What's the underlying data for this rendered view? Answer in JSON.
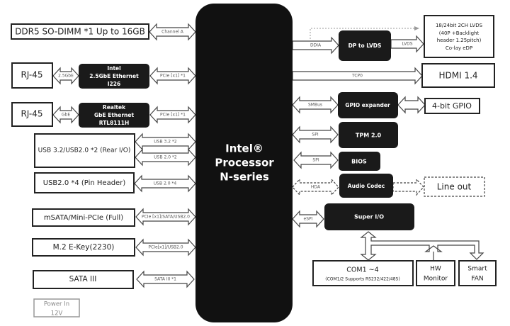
{
  "cpu": {
    "line1": "Intel®",
    "line2": "Processor",
    "line3": "N-series"
  },
  "left": {
    "ddr5": "DDR5 SO-DIMM *1 Up to 16GB",
    "rj45_1": "RJ-45",
    "rj45_2": "RJ-45",
    "intel_nic": [
      "Intel",
      "2.5GbE Ethernet",
      "I226"
    ],
    "realtek_nic": [
      "Realtek",
      "GbE Ethernet",
      "RTL8111H"
    ],
    "usb32": "USB 3.2/USB2.0 *2 (Rear I/O)",
    "usb20": "USB2.0 *4 (Pin Header)",
    "msata": "mSATA/Mini-PCIe (Full)",
    "m2": "M.2 E-Key(2230)",
    "sata": "SATA III",
    "power": [
      "Power In",
      "12V"
    ]
  },
  "right": {
    "dp_lvds": "DP to LVDS",
    "lvds_box": [
      "18/24bit 2CH LVDS",
      "(40P +Backlight",
      "header 1.25pitch)",
      "Co-lay eDP"
    ],
    "hdmi": "HDMI 1.4",
    "gpio_exp": "GPIO expander",
    "gpio": "4-bit GPIO",
    "tpm": "TPM 2.0",
    "bios": "BIOS",
    "audio": "Audio Codec",
    "lineout": "Line out",
    "superio": "Super I/O",
    "com": [
      "COM1 ~4",
      "(COM1/2 Supports RS232/422/485)"
    ],
    "hwmon": [
      "HW",
      "Monitor"
    ],
    "fan": [
      "Smart",
      "FAN"
    ]
  },
  "links": {
    "channel_a": "Channel A",
    "gbe25": "2.5GbE",
    "pcie1": "PCIe [x1] *1",
    "gbe": "GbE",
    "pcie2": "PCIe [x1] *1",
    "usb32": "USB 3.2 *2",
    "usb20_2": "USB 2.0 *2",
    "usb20_4": "USB 2.0 *4",
    "msata": "PCIe [x1]/SATA/USB2.0",
    "m2": "PCIe[x1]/USB2.0",
    "sata": "SATA III *1",
    "ddia": "DDIA",
    "lvds": "LVDS",
    "tcp0": "TCP0",
    "smbus": "SMBus",
    "spi1": "SPI",
    "spi2": "SPI",
    "hda": "HDA",
    "espi": "eSPI"
  }
}
